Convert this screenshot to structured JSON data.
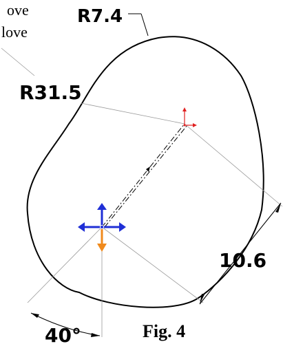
{
  "figure": {
    "caption": "Fig. 4",
    "cut_text_line1": "ove",
    "cut_text_line2": "love"
  },
  "dimensions": {
    "outer_radius": "R31.5",
    "small_radius": "R7.4",
    "length": "10.6",
    "angle": "40°"
  },
  "colors": {
    "outline": "#000000",
    "move_axis": "#1f2fd6",
    "move_down_axis": "#f08a1c",
    "origin_marker": "#e02020"
  },
  "icons": {
    "move_handle": "move-cross-icon",
    "origin": "origin-triad-icon"
  }
}
